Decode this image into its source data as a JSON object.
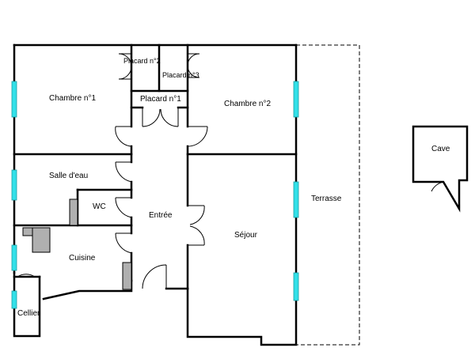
{
  "rooms": {
    "chambre1": "Chambre n°1",
    "placard2": "Placard n°2",
    "placard3": "Placard n°3",
    "placard1": "Placard n°1",
    "chambre2": "Chambre n°2",
    "salle_eau": "Salle d'eau",
    "wc": "WC",
    "entree": "Entrée",
    "sejour": "Séjour",
    "cuisine": "Cuisine",
    "cellier": "Cellier",
    "terrasse": "Terrasse",
    "cave": "Cave"
  },
  "colors": {
    "wall": "#000000",
    "window": "#33e0e8",
    "fixture": "#b0b0b0"
  }
}
